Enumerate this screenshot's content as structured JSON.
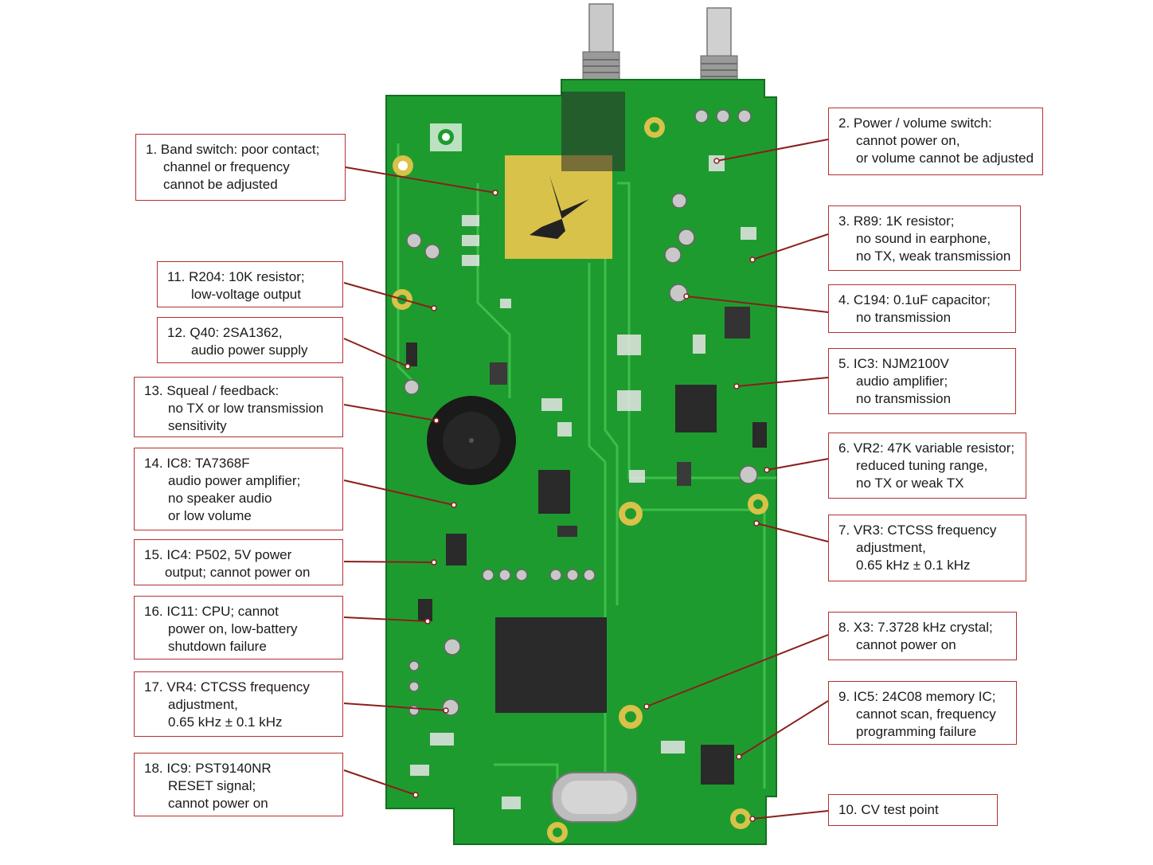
{
  "colors": {
    "board": "#1e9b2f",
    "board_dark": "#157a24",
    "trace": "#3cbf4a",
    "callout_border": "#b5302e",
    "leader": "#8a1f1c",
    "pad_gold": "#d8c24a",
    "chip": "#2a2a2a"
  },
  "callouts": [
    {
      "id": 1,
      "lines": [
        "1. Band switch: poor contact;",
        "channel or frequency",
        "cannot be adjusted"
      ]
    },
    {
      "id": 2,
      "lines": [
        "2. Power / volume switch:",
        "cannot power on,",
        "or volume cannot be adjusted"
      ]
    },
    {
      "id": 3,
      "lines": [
        "3. R89:  1K resistor;",
        "no sound in earphone,",
        "no TX, weak transmission"
      ]
    },
    {
      "id": 4,
      "lines": [
        "4. C194: 0.1uF capacitor;",
        "no transmission"
      ]
    },
    {
      "id": 5,
      "lines": [
        "5. IC3:  NJM2100V",
        "audio amplifier;",
        "no transmission"
      ]
    },
    {
      "id": 6,
      "lines": [
        "6. VR2: 47K variable resistor;",
        "reduced tuning range,",
        "no TX or weak TX"
      ]
    },
    {
      "id": 7,
      "lines": [
        "7. VR3:  CTCSS frequency",
        "adjustment,",
        "0.65 kHz ± 0.1 kHz"
      ]
    },
    {
      "id": 8,
      "lines": [
        "8. X3:  7.3728 kHz crystal;",
        "cannot power on"
      ]
    },
    {
      "id": 9,
      "lines": [
        "9. IC5:  24C08 memory IC;",
        "cannot scan, frequency",
        "programming failure"
      ]
    },
    {
      "id": 10,
      "lines": [
        "10.  CV test point"
      ]
    },
    {
      "id": 11,
      "lines": [
        "11. R204: 10K resistor;",
        "low-voltage output"
      ]
    },
    {
      "id": 12,
      "lines": [
        "12. Q40: 2SA1362,",
        "audio power supply"
      ]
    },
    {
      "id": 13,
      "lines": [
        "13. Squeal / feedback:",
        "no TX or low transmission",
        "sensitivity"
      ]
    },
    {
      "id": 14,
      "lines": [
        "14. IC8:  TA7368F",
        "audio power amplifier;",
        "no speaker audio",
        "or low volume"
      ]
    },
    {
      "id": 15,
      "lines": [
        "15. IC4:  P502, 5V power",
        "output; cannot power on"
      ]
    },
    {
      "id": 16,
      "lines": [
        "16. IC11: CPU; cannot",
        "power on, low-battery",
        "shutdown failure"
      ]
    },
    {
      "id": 17,
      "lines": [
        "17. VR4:  CTCSS frequency",
        "adjustment,",
        "0.65 kHz ± 0.1 kHz"
      ]
    },
    {
      "id": 18,
      "lines": [
        "18. IC9:  PST9140NR",
        "RESET signal;",
        "cannot power on"
      ]
    }
  ]
}
